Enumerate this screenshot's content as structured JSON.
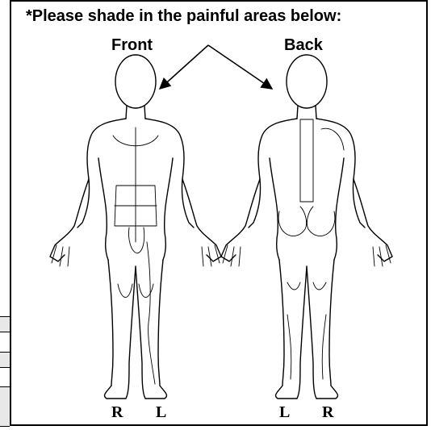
{
  "form": {
    "instruction": "*Please shade in the painful areas below:"
  },
  "views": {
    "front_label": "Front",
    "back_label": "Back"
  },
  "sides": {
    "front_right": "R",
    "front_left": "L",
    "back_left": "L",
    "back_right": "R"
  },
  "icons": {
    "front_figure": "human-body-front-icon",
    "back_figure": "human-body-back-icon",
    "pointer": "arrow-icon"
  },
  "colors": {
    "line": "#000000",
    "background": "#ffffff",
    "strip_cell": "#e8e8e8"
  }
}
